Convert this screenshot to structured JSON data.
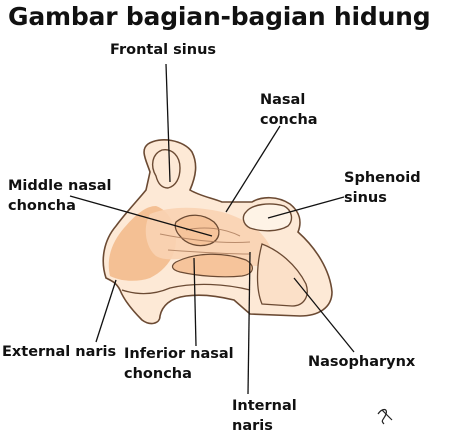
{
  "title": "Gambar bagian-bagian hidung",
  "labels": {
    "frontal_sinus": "Frontal sinus",
    "nasal_concha": [
      "Nasal",
      "concha"
    ],
    "sphenoid_sinus": [
      "Sphenoid",
      "sinus"
    ],
    "middle_nasal_choncha": [
      "Middle nasal",
      "choncha"
    ],
    "external_naris": "External naris",
    "inferior_nasal_choncha": [
      "Inferior nasal",
      "choncha"
    ],
    "nasopharynx": "Nasopharynx",
    "internal_naris": [
      "Internal",
      "naris"
    ]
  },
  "colors": {
    "tissue_light": "#fde9d6",
    "tissue_mid": "#f9d3b2",
    "tissue_dark": "#f2b888",
    "outline": "#6b4a33",
    "leader_line": "#111111"
  }
}
